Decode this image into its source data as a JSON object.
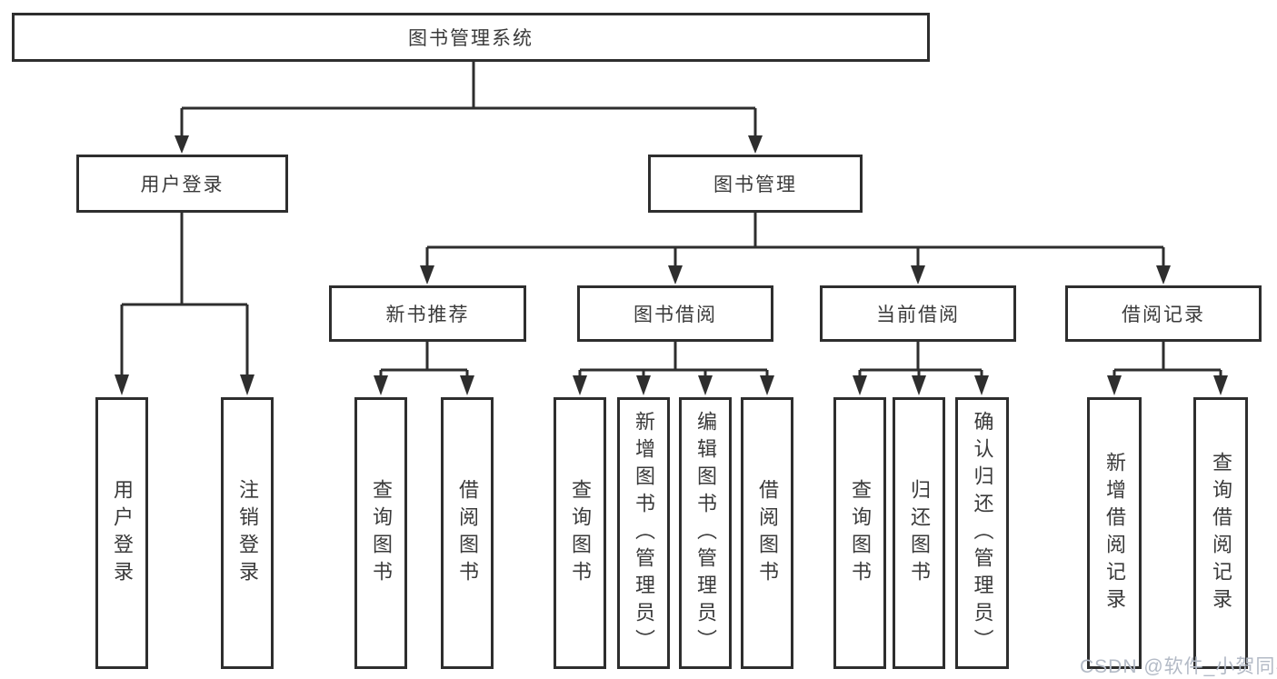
{
  "diagram": {
    "root": {
      "label": "图书管理系统"
    },
    "branches": [
      {
        "label": "用户登录",
        "children": [
          {
            "label": "用户登录"
          },
          {
            "label": "注销登录"
          }
        ]
      },
      {
        "label": "图书管理",
        "children": [
          {
            "label": "新书推荐",
            "children": [
              {
                "label": "查询图书"
              },
              {
                "label": "借阅图书"
              }
            ]
          },
          {
            "label": "图书借阅",
            "children": [
              {
                "label": "查询图书"
              },
              {
                "label": "新增图书（管理员）"
              },
              {
                "label": "编辑图书（管理员）"
              },
              {
                "label": "借阅图书"
              }
            ]
          },
          {
            "label": "当前借阅",
            "children": [
              {
                "label": "查询图书"
              },
              {
                "label": "归还图书"
              },
              {
                "label": "确认归还（管理员）"
              }
            ]
          },
          {
            "label": "借阅记录",
            "children": [
              {
                "label": "新增借阅记录"
              },
              {
                "label": "查询借阅记录"
              }
            ]
          }
        ]
      }
    ]
  },
  "watermark": {
    "text": "CSDN @软件_小贺同学"
  },
  "colors": {
    "line": "#2e2e2e",
    "text": "#3a3a3a",
    "watermark": "#b3bac6",
    "background": "#ffffff"
  }
}
